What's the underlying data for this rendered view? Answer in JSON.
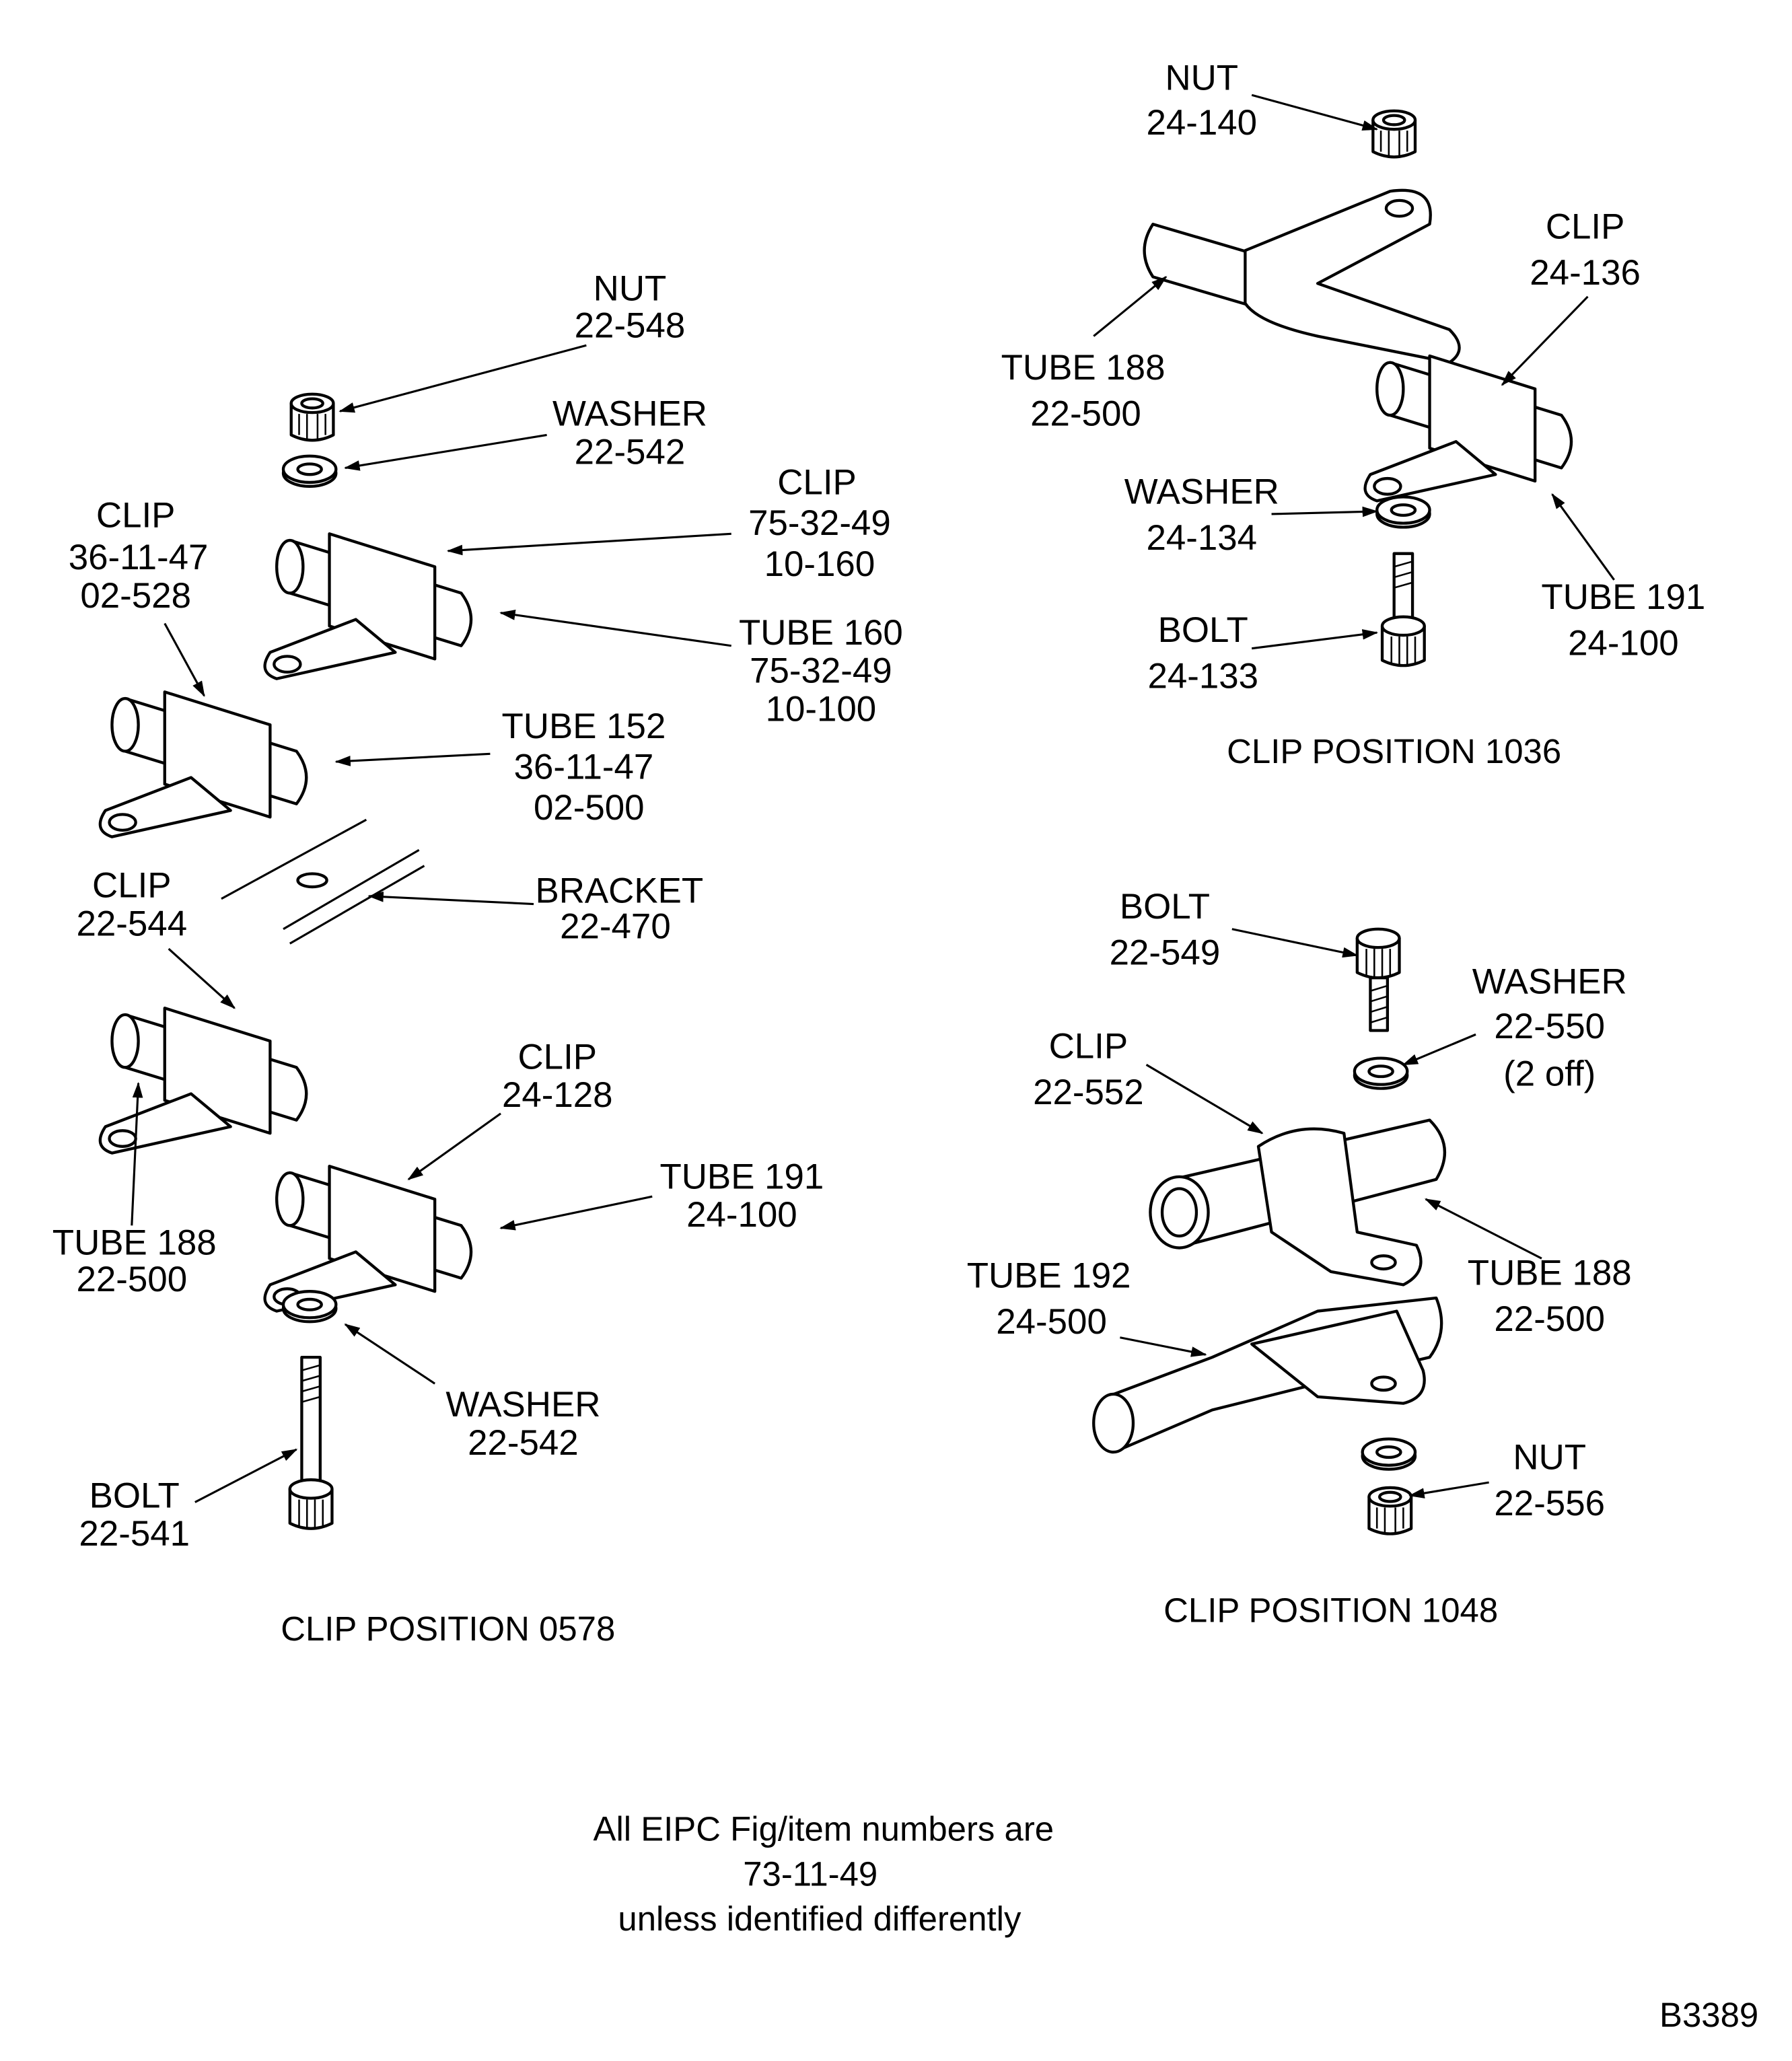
{
  "figure_id": "B3389",
  "note": [
    "All EIPC Fig/item numbers are",
    "73-11-49",
    "unless identified differently"
  ],
  "positions": {
    "p0578": {
      "caption": "CLIP POSITION 0578",
      "labels": {
        "nut": [
          "NUT",
          "22-548"
        ],
        "washer_top": [
          "WASHER",
          "22-542"
        ],
        "clip_75": [
          "CLIP",
          "75-32-49",
          "10-160"
        ],
        "tube_160": [
          "TUBE 160",
          "75-32-49",
          "10-100"
        ],
        "clip_36": [
          "CLIP",
          "36-11-47",
          "02-528"
        ],
        "tube_152": [
          "TUBE 152",
          "36-11-47",
          "02-500"
        ],
        "bracket": [
          "BRACKET",
          "22-470"
        ],
        "clip_544": [
          "CLIP",
          "22-544"
        ],
        "tube_188": [
          "TUBE 188",
          "22-500"
        ],
        "clip_128": [
          "CLIP",
          "24-128"
        ],
        "tube_191": [
          "TUBE 191",
          "24-100"
        ],
        "washer_bottom": [
          "WASHER",
          "22-542"
        ],
        "bolt": [
          "BOLT",
          "22-541"
        ]
      }
    },
    "p1036": {
      "caption": "CLIP POSITION 1036",
      "labels": {
        "nut": [
          "NUT",
          "24-140"
        ],
        "clip": [
          "CLIP",
          "24-136"
        ],
        "tube_188": [
          "TUBE 188",
          "22-500"
        ],
        "washer": [
          "WASHER",
          "24-134"
        ],
        "tube_191": [
          "TUBE 191",
          "24-100"
        ],
        "bolt": [
          "BOLT",
          "24-133"
        ]
      }
    },
    "p1048": {
      "caption": "CLIP POSITION 1048",
      "labels": {
        "bolt": [
          "BOLT",
          "22-549"
        ],
        "washer": [
          "WASHER",
          "22-550",
          "(2 off)"
        ],
        "clip": [
          "CLIP",
          "22-552"
        ],
        "tube_192": [
          "TUBE 192",
          "24-500"
        ],
        "tube_188": [
          "TUBE 188",
          "22-500"
        ],
        "nut": [
          "NUT",
          "22-556"
        ]
      }
    }
  }
}
